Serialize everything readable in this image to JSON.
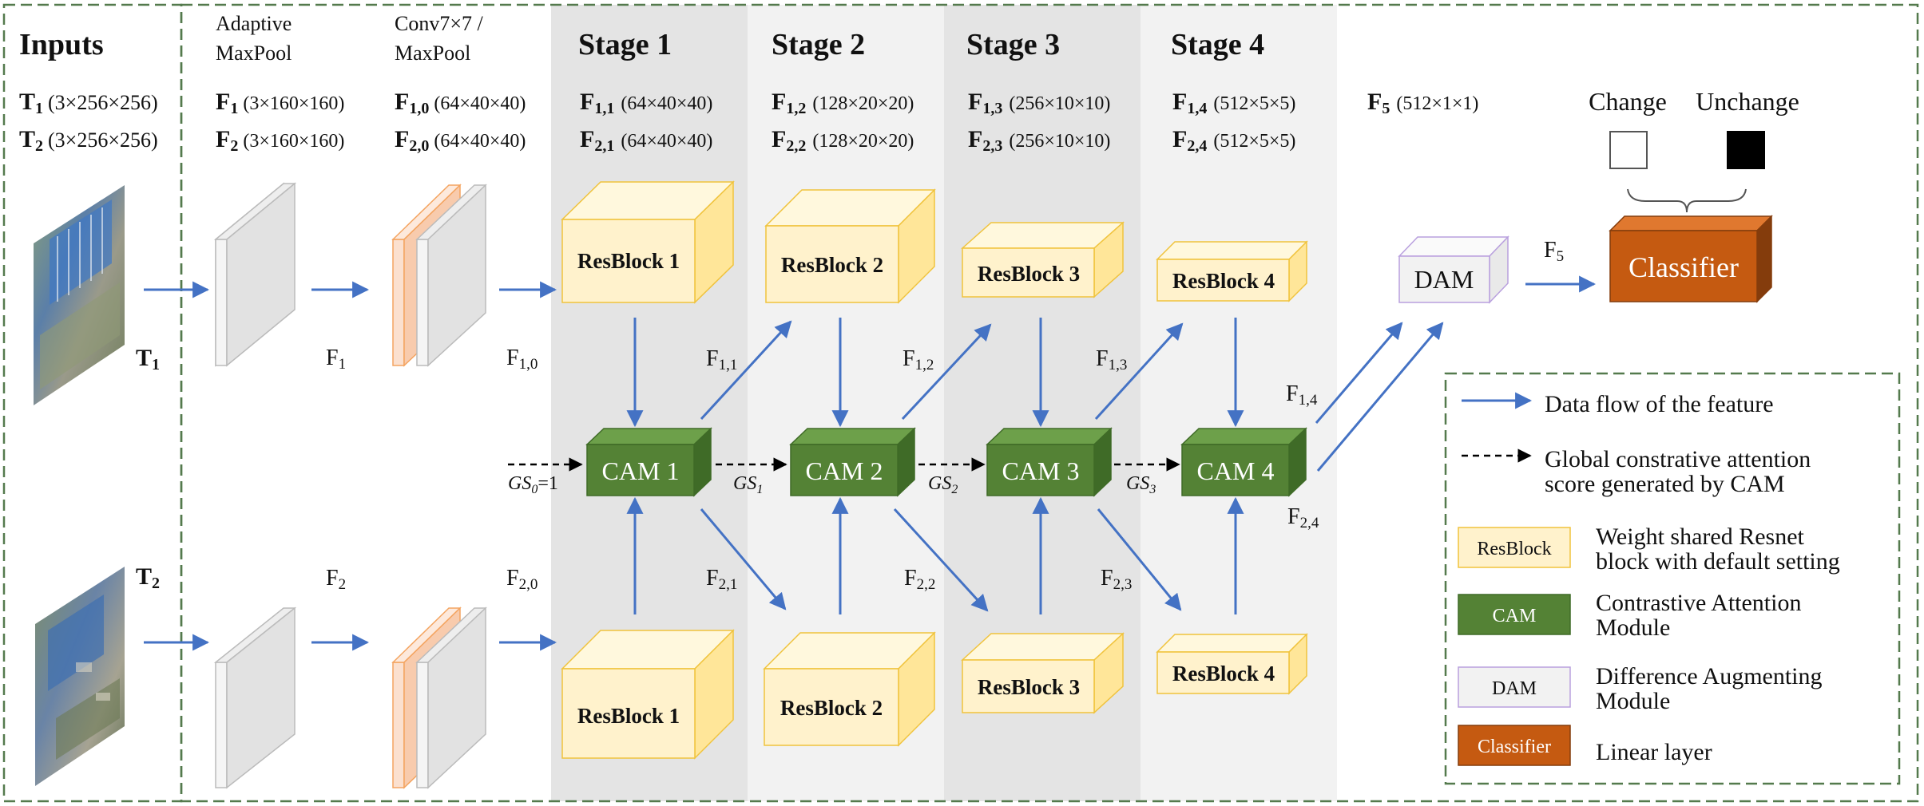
{
  "colors": {
    "arrow": "#4472c4",
    "dashed": "#000000",
    "border": "#547a4d",
    "stage_light": "#f2f2f2",
    "stage_dark": "#e4e4e4",
    "res_front": "#fff2cc",
    "res_top": "#fff8dd",
    "res_side": "#ffe699",
    "res_stroke": "#f0c33d",
    "cam_front": "#548235",
    "cam_top": "#6da04a",
    "cam_side": "#3f6b27",
    "dam_front": "#f2f2f2",
    "dam_stroke": "#b9a0de",
    "cls_front": "#c55a11",
    "cls_top": "#e0782f",
    "cls_side": "#843c0c",
    "conv_orange": "#f8cbad",
    "conv_orange_stroke": "#f4a460",
    "pool_fill": "#eeeeee"
  },
  "inputs": {
    "title": "Inputs",
    "t1_label": "T",
    "t1_sub": "1",
    "t1_dim": "(3×256×256)",
    "t2_label": "T",
    "t2_sub": "2",
    "t2_dim": "(3×256×256)",
    "img_label_1": "T",
    "img_label_1_sub": "1",
    "img_label_2": "T",
    "img_label_2_sub": "2"
  },
  "pool": {
    "title_line1": "Adaptive",
    "title_line2": "MaxPool",
    "f1": "F",
    "f1_sub": "1",
    "f1_dim": "(3×160×160)",
    "f2": "F",
    "f2_sub": "2",
    "f2_dim": "(3×160×160)",
    "flow_1": "F",
    "flow_1_sub": "1",
    "flow_2": "F",
    "flow_2_sub": "2"
  },
  "conv": {
    "title_line1": "Conv7×7 /",
    "title_line2": "MaxPool",
    "f10": "F",
    "f10_sub": "1,0",
    "f10_dim": "(64×40×40)",
    "f20": "F",
    "f20_sub": "2,0",
    "f20_dim": "(64×40×40)",
    "flow_10": "F",
    "flow_10_sub": "1,0",
    "flow_20": "F",
    "flow_20_sub": "2,0"
  },
  "stages": [
    {
      "title": "Stage 1",
      "f_top": "F",
      "f_top_sub": "1,1",
      "f_top_dim": "(64×40×40)",
      "f_bot": "F",
      "f_bot_sub": "2,1",
      "f_bot_dim": "(64×40×40)",
      "res_top": "ResBlock 1",
      "res_bot": "ResBlock 1",
      "cam": "CAM 1",
      "flow_top": "F",
      "flow_top_sub": "1,1",
      "flow_bot": "F",
      "flow_bot_sub": "2,1"
    },
    {
      "title": "Stage 2",
      "f_top": "F",
      "f_top_sub": "1,2",
      "f_top_dim": "(128×20×20)",
      "f_bot": "F",
      "f_bot_sub": "2,2",
      "f_bot_dim": "(128×20×20)",
      "res_top": "ResBlock 2",
      "res_bot": "ResBlock 2",
      "cam": "CAM 2",
      "flow_top": "F",
      "flow_top_sub": "1,2",
      "flow_bot": "F",
      "flow_bot_sub": "2,2"
    },
    {
      "title": "Stage 3",
      "f_top": "F",
      "f_top_sub": "1,3",
      "f_top_dim": "(256×10×10)",
      "f_bot": "F",
      "f_bot_sub": "2,3",
      "f_bot_dim": "(256×10×10)",
      "res_top": "ResBlock 3",
      "res_bot": "ResBlock 3",
      "cam": "CAM 3",
      "flow_top": "F",
      "flow_top_sub": "1,3",
      "flow_bot": "F",
      "flow_bot_sub": "2,3"
    },
    {
      "title": "Stage 4",
      "f_top": "F",
      "f_top_sub": "1,4",
      "f_top_dim": "(512×5×5)",
      "f_bot": "F",
      "f_bot_sub": "2,4",
      "f_bot_dim": "(512×5×5)",
      "res_top": "ResBlock 4",
      "res_bot": "ResBlock 4",
      "cam": "CAM 4",
      "flow_top": "F",
      "flow_top_sub": "1,4",
      "flow_bot": "F",
      "flow_bot_sub": "2,4"
    }
  ],
  "gs": {
    "gs0": "GS",
    "gs0_sub": "0",
    "gs0_val": "=1",
    "gs1": "GS",
    "gs1_sub": "1",
    "gs2": "GS",
    "gs2_sub": "2",
    "gs3": "GS",
    "gs3_sub": "3"
  },
  "head": {
    "f5": "F",
    "f5_sub": "5",
    "f5_dim": "(512×1×1)",
    "dam": "DAM",
    "flow_f5": "F",
    "flow_f5_sub": "5",
    "classifier": "Classifier",
    "change": "Change",
    "unchange": "Unchange"
  },
  "legend": {
    "data_flow": "Data flow of the feature",
    "gcas_line1": "Global constrative attention",
    "gcas_line2": "score generated by CAM",
    "res_tag": "ResBlock",
    "res_line1": "Weight shared Resnet",
    "res_line2": "block with default setting",
    "cam_tag": "CAM",
    "cam_line1": "Contrastive Attention",
    "cam_line2": "Module",
    "dam_tag": "DAM",
    "dam_line1": "Difference Augmenting",
    "dam_line2": "Module",
    "cls_tag": "Classifier",
    "cls_line1": "Linear layer"
  }
}
